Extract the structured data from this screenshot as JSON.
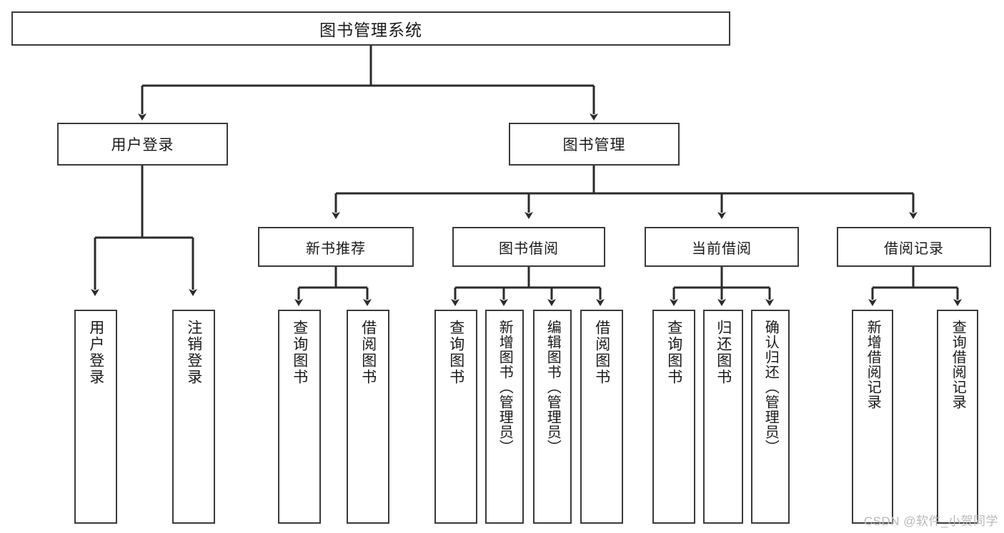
{
  "diagram": {
    "title": "图书管理系统",
    "type": "tree",
    "root": {
      "id": "root",
      "label": "图书管理系统"
    },
    "level1": [
      {
        "id": "user-login",
        "label": "用户登录"
      },
      {
        "id": "book-manage",
        "label": "图书管理"
      }
    ],
    "level2": [
      {
        "id": "new-book-rec",
        "label": "新书推荐",
        "parent": "book-manage"
      },
      {
        "id": "book-borrow",
        "label": "图书借阅",
        "parent": "book-manage"
      },
      {
        "id": "current-borrow",
        "label": "当前借阅",
        "parent": "book-manage"
      },
      {
        "id": "borrow-record",
        "label": "借阅记录",
        "parent": "book-manage"
      }
    ],
    "leaves": [
      {
        "id": "leaf-user-login",
        "label": "用户登录",
        "parent": "user-login"
      },
      {
        "id": "leaf-logout",
        "label": "注销登录",
        "parent": "user-login"
      },
      {
        "id": "leaf-query-book-1",
        "label": "查询图书",
        "parent": "new-book-rec"
      },
      {
        "id": "leaf-borrow-book-1",
        "label": "借阅图书",
        "parent": "new-book-rec"
      },
      {
        "id": "leaf-query-book-2",
        "label": "查询图书",
        "parent": "book-borrow"
      },
      {
        "id": "leaf-add-book",
        "label": "新增图书（管理员）",
        "parent": "book-borrow"
      },
      {
        "id": "leaf-edit-book",
        "label": "编辑图书（管理员）",
        "parent": "book-borrow"
      },
      {
        "id": "leaf-borrow-book-2",
        "label": "借阅图书",
        "parent": "book-borrow"
      },
      {
        "id": "leaf-query-book-3",
        "label": "查询图书",
        "parent": "current-borrow"
      },
      {
        "id": "leaf-return-book",
        "label": "归还图书",
        "parent": "current-borrow"
      },
      {
        "id": "leaf-confirm-return",
        "label": "确认归还（管理员）",
        "parent": "current-borrow"
      },
      {
        "id": "leaf-add-record",
        "label": "新增借阅记录",
        "parent": "borrow-record"
      },
      {
        "id": "leaf-query-record",
        "label": "查询借阅记录",
        "parent": "borrow-record"
      }
    ]
  },
  "watermark": {
    "text": "CSDN @软件_小贺同学"
  },
  "colors": {
    "stroke": "#3a3a3a",
    "box_fill": "#ffffff",
    "text": "#1a1a1a",
    "watermark": "#b9b9b9",
    "background": "#ffffff"
  }
}
